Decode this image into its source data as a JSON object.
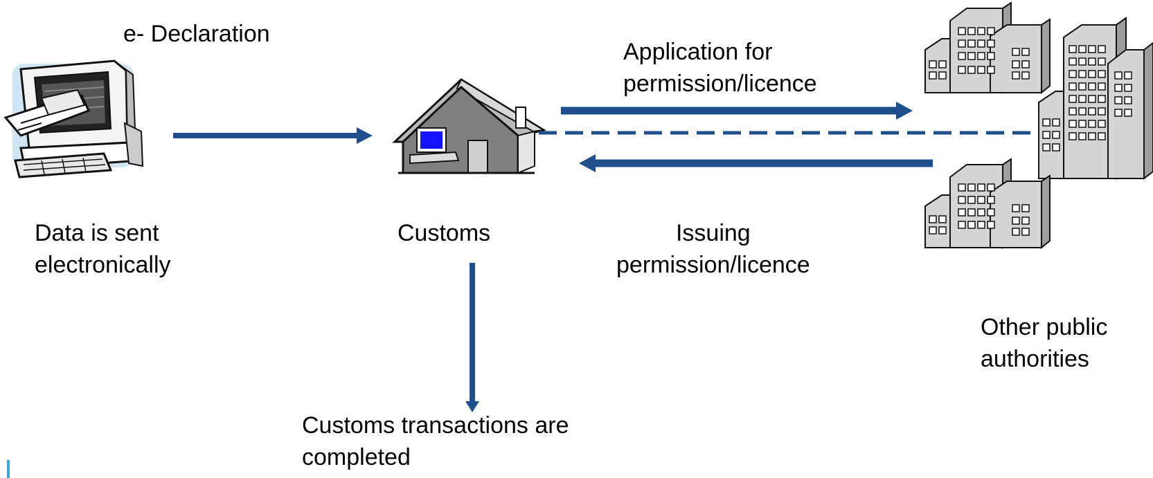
{
  "labels": {
    "e_declaration": "e- Declaration",
    "data_sent_line1": "Data is sent",
    "data_sent_line2": "electronically",
    "customs": "Customs",
    "application_line1": "Application for",
    "application_line2": "permission/licence",
    "issuing_line1": "Issuing",
    "issuing_line2": "permission/licence",
    "other_line1": "Other public",
    "other_line2": "authorities",
    "completed_line1": "Customs transactions are",
    "completed_line2": "completed"
  },
  "icons": {
    "computer": "computer-terminal-icon",
    "customs": "customs-house-icon",
    "authorities": "office-buildings-icon"
  },
  "colors": {
    "arrow": "#1f4e8c",
    "building_fill": "#d4d4d4",
    "screen_blue": "#1414ff"
  }
}
